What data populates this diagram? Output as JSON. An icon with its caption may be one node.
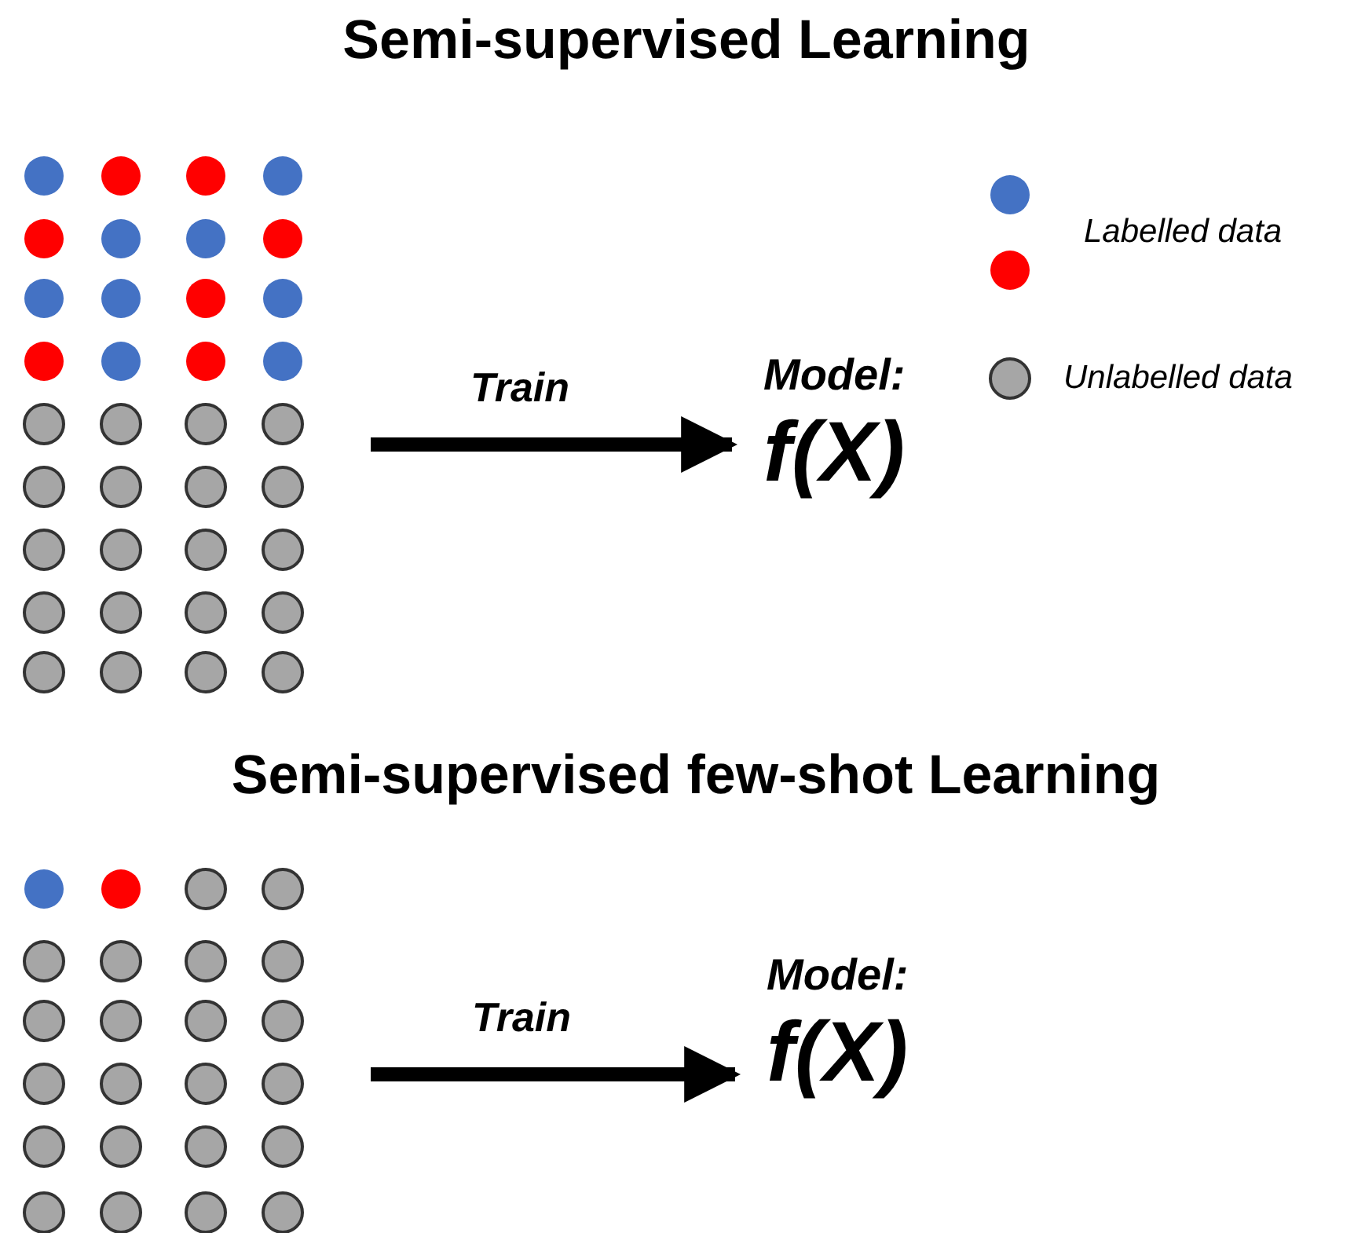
{
  "diagram": {
    "title": "Semi-supervised Learning",
    "nodes": [
      {
        "text": [],
        "shape": "picture"
      },
      {
        "text": [
          "Model:",
          "f(X)"
        ]
      },
      {
        "text": [],
        "shape": "picture"
      },
      {
        "text": [
          "Model:",
          "f(X)"
        ]
      }
    ],
    "edges": [
      {
        "from": 0,
        "to": 1,
        "arrow": "to",
        "label": "Train"
      },
      {
        "from": 2,
        "to": 3,
        "arrow": "to",
        "label": "Train"
      }
    ],
    "labels": [
      "Semi-supervised few-shot Learning"
    ],
    "legend": [
      {
        "text": "Labelled data"
      },
      {
        "text": "Unlabelled data"
      }
    ]
  }
}
